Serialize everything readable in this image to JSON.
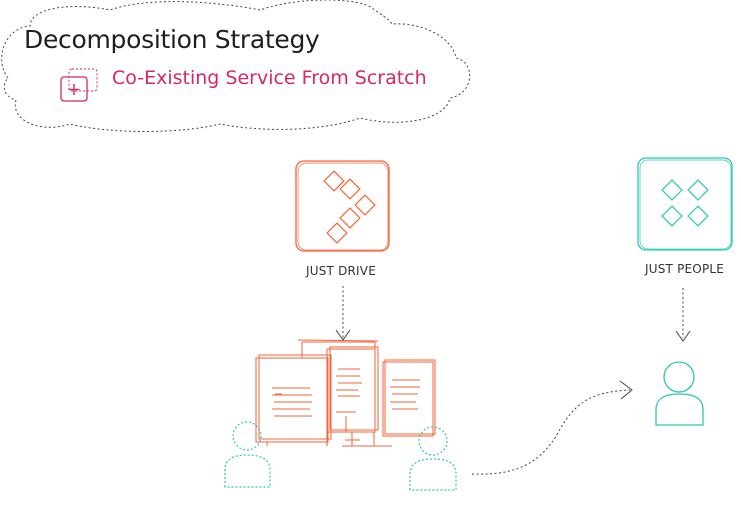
{
  "colors": {
    "title_text": "#1f1f1f",
    "accent": "#d6276b",
    "orange": "#f2643a",
    "teal": "#2cc6b2",
    "outline": "#444444"
  },
  "header": {
    "title": "Decomposition Strategy",
    "subtitle": "Co-Existing Service From Scratch",
    "subtitle_icon": "service-plus-icon"
  },
  "nodes": {
    "just_drive": {
      "label": "JUST DRIVE",
      "icon": "diamond-arrow-icon"
    },
    "just_people": {
      "label": "JUST PEOPLE",
      "icon": "diamond-grid-icon"
    },
    "monolith": {
      "icon": "document-stack-icon"
    },
    "users": {
      "icon": "person-icon"
    }
  }
}
